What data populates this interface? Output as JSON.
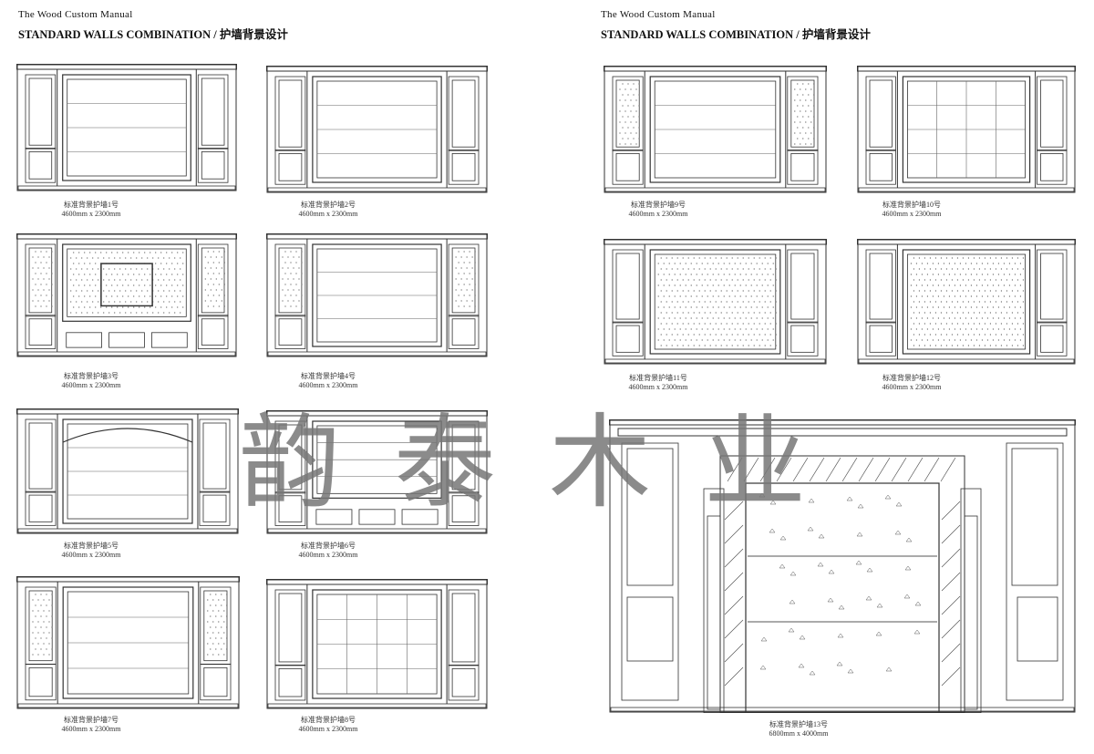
{
  "pages": [
    {
      "header": "The Wood Custom Manual",
      "title": "STANDARD WALLS COMBINATION / 护墙背景设计"
    },
    {
      "header": "The Wood Custom Manual",
      "title": "STANDARD WALLS COMBINATION / 护墙背景设计"
    }
  ],
  "watermark": "韵泰木业",
  "walls": [
    {
      "name": "标准背景护墙1号",
      "size": "4600mm x 2300mm",
      "style": "columns"
    },
    {
      "name": "标准背景护墙2号",
      "size": "4600mm x 2300mm",
      "style": "plain"
    },
    {
      "name": "标准背景护墙3号",
      "size": "4600mm x 2300mm",
      "style": "painting"
    },
    {
      "name": "标准背景护墙4号",
      "size": "4600mm x 2300mm",
      "style": "dotted-sides"
    },
    {
      "name": "标准背景护墙5号",
      "size": "4600mm x 2300mm",
      "style": "arch"
    },
    {
      "name": "标准背景护墙6号",
      "size": "4600mm x 2300mm",
      "style": "lamps"
    },
    {
      "name": "标准背景护墙7号",
      "size": "4600mm x 2300mm",
      "style": "dotted-sides"
    },
    {
      "name": "标准背景护墙8号",
      "size": "4600mm x 2300mm",
      "style": "grid"
    },
    {
      "name": "标准背景护墙9号",
      "size": "4600mm x 2300mm",
      "style": "dotted-sides"
    },
    {
      "name": "标准背景护墙10号",
      "size": "4600mm x 2300mm",
      "style": "grid"
    },
    {
      "name": "标准背景护墙11号",
      "size": "4600mm x 2300mm",
      "style": "dotted-center"
    },
    {
      "name": "标准背景护墙12号",
      "size": "4600mm x 2300mm",
      "style": "dotted-center"
    },
    {
      "name": "标准背景护墙13号",
      "size": "6800mm x 4000mm",
      "style": "marble"
    }
  ]
}
